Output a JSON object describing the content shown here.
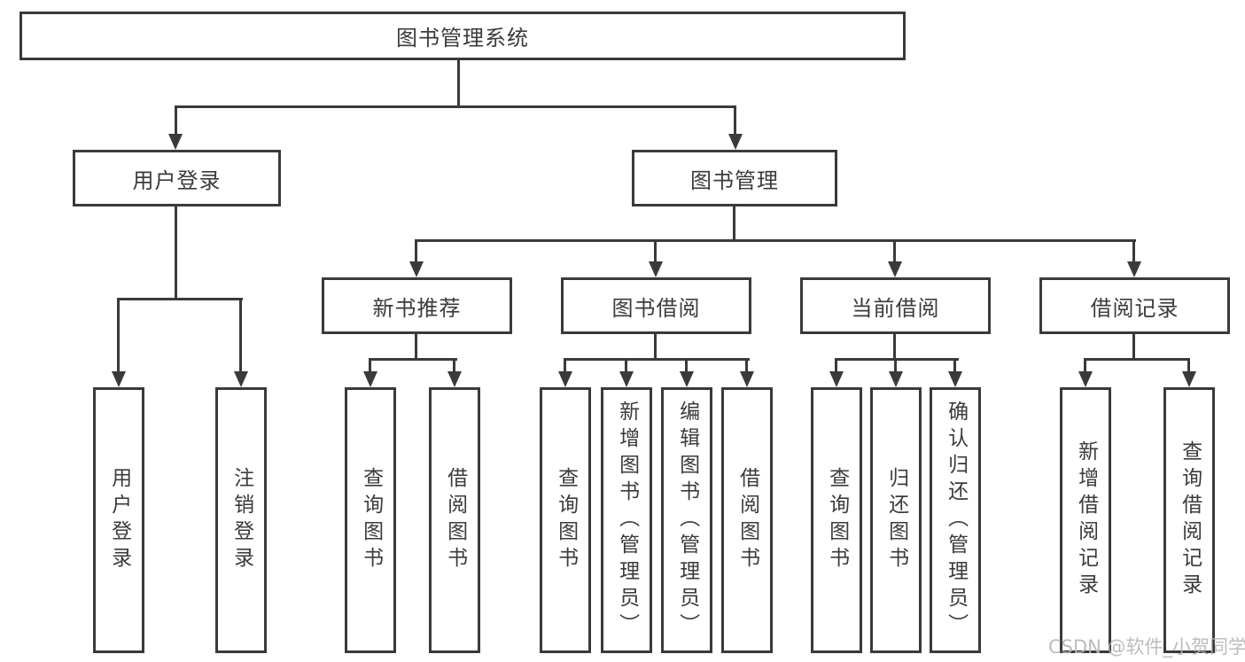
{
  "tree": {
    "label": "图书管理系统",
    "children": [
      {
        "label": "用户登录",
        "children": [
          {
            "label": "用户登录"
          },
          {
            "label": "注销登录"
          }
        ]
      },
      {
        "label": "图书管理",
        "children": [
          {
            "label": "新书推荐",
            "children": [
              {
                "label": "查询图书"
              },
              {
                "label": "借阅图书"
              }
            ]
          },
          {
            "label": "图书借阅",
            "children": [
              {
                "label": "查询图书"
              },
              {
                "label": "新增图书（管理员）"
              },
              {
                "label": "编辑图书（管理员）"
              },
              {
                "label": "借阅图书"
              }
            ]
          },
          {
            "label": "当前借阅",
            "children": [
              {
                "label": "查询图书"
              },
              {
                "label": "归还图书"
              },
              {
                "label": "确认归还（管理员）"
              }
            ]
          },
          {
            "label": "借阅记录",
            "children": [
              {
                "label": "新增借阅记录"
              },
              {
                "label": "查询借阅记录"
              }
            ]
          }
        ]
      }
    ]
  },
  "watermark": {
    "text": "CSDN @软件_小贺同学"
  },
  "colors": {
    "line": "#3a3a3a",
    "text": "#3b3b3b",
    "box_background": "#ffffff",
    "watermark": "#b5b5b5",
    "background": "#ffffff"
  }
}
